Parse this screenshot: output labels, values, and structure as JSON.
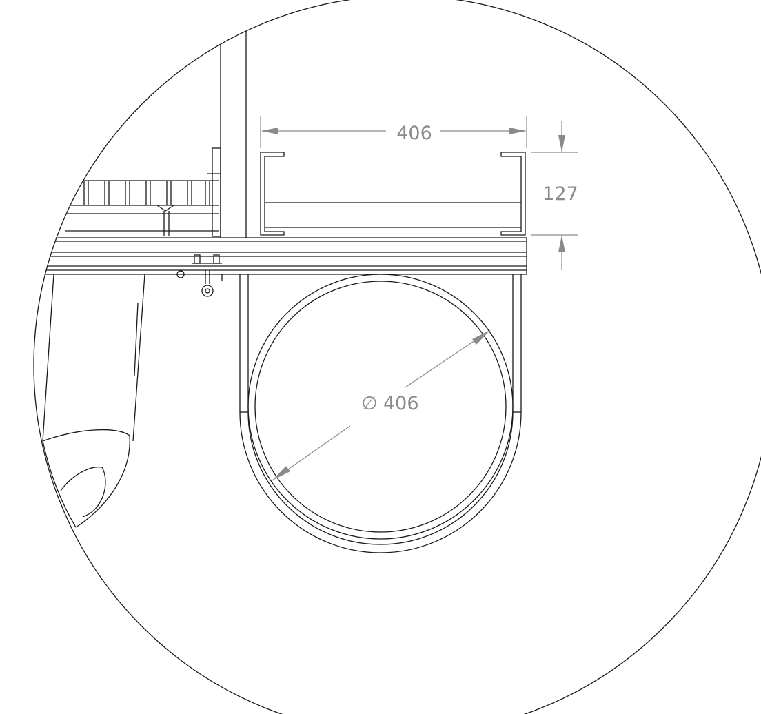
{
  "dimensions": {
    "channel_width": "406",
    "channel_height": "127",
    "pipe_diameter_symbol": "∅",
    "pipe_diameter": "406"
  },
  "colors": {
    "line": "#1a1a1a",
    "dimension": "#8a8a8a",
    "background": "#ffffff"
  }
}
